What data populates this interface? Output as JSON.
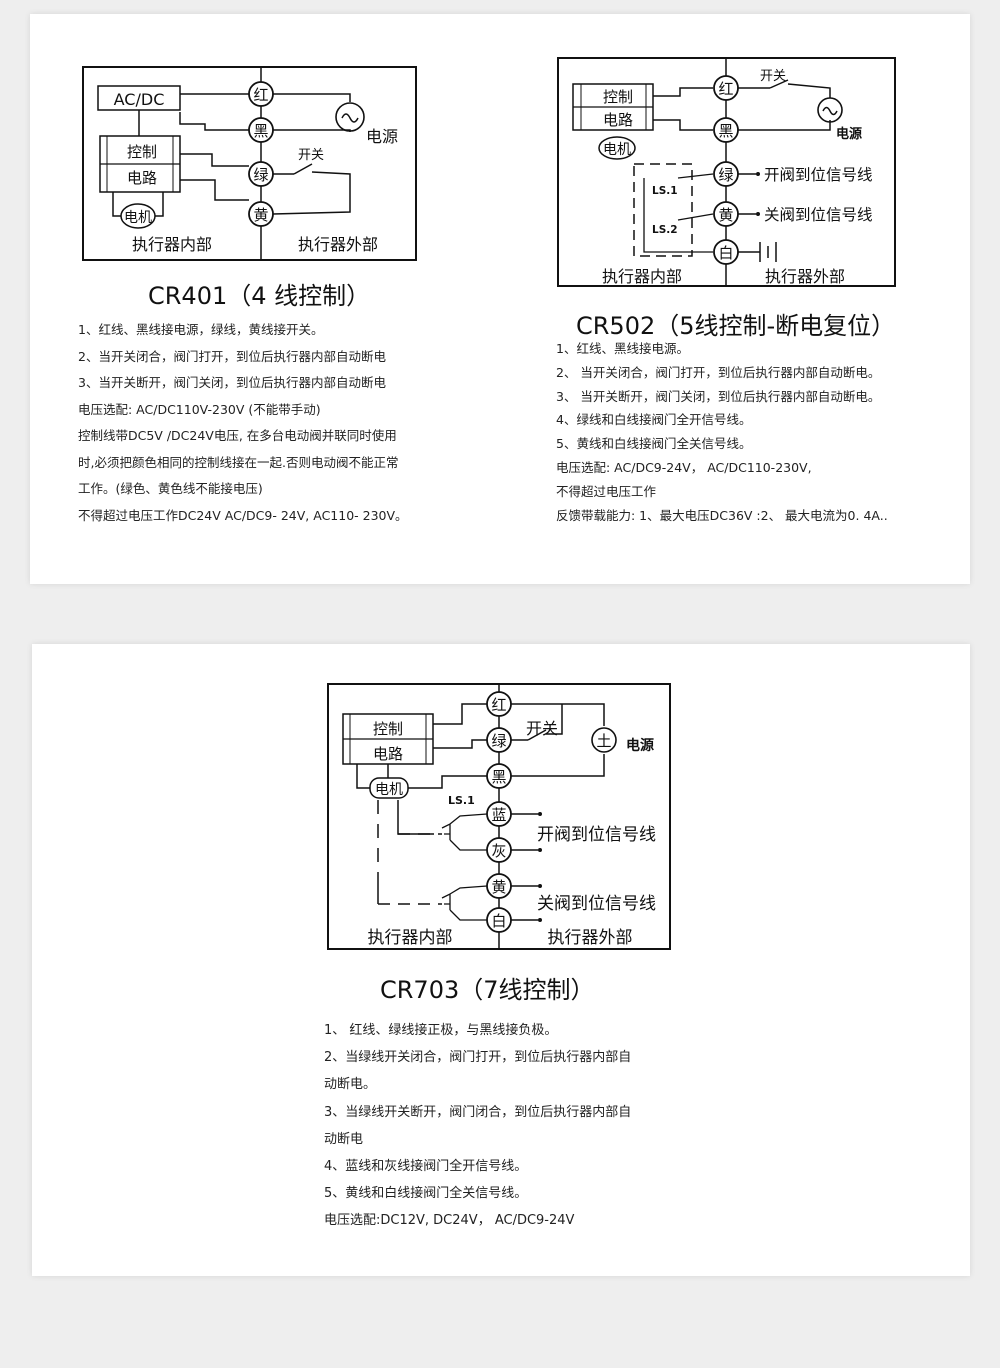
{
  "cr401": {
    "diagram": {
      "acdc": "AC/DC",
      "control": "控制",
      "circuit": "电路",
      "motor": "电机",
      "red": "红",
      "black": "黑",
      "green": "绿",
      "yellow": "黄",
      "switch": "开关",
      "power": "电源",
      "inside": "执行器内部",
      "outside": "执行器外部"
    },
    "title": "CR401（4 线控制）",
    "notes": [
      "1、红线、黑线接电源，绿线，黄线接开关。",
      "2、当开关闭合，阀门打开，到位后执行器内部自动断电",
      "3、当开关断开，阀门关闭，到位后执行器内部自动断电",
      "电压选配: AC/DC110V-230V (不能带手动)",
      "控制线带DC5V /DC24V电压, 在多台电动阀并联同时使用",
      "时,必须把颜色相同的控制线接在一起.否则电动阀不能正常",
      "工作。(绿色、黄色线不能接电压)",
      "不得超过电压工作DC24V AC/DC9- 24V, AC110- 230V。"
    ]
  },
  "cr502": {
    "diagram": {
      "control": "控制",
      "circuit": "电路",
      "motor": "电机",
      "red": "红",
      "black": "黑",
      "green": "绿",
      "yellow": "黄",
      "white": "白",
      "switch": "开关",
      "power": "电源",
      "ls1": "LS.1",
      "ls2": "LS.2",
      "open_signal": "开阀到位信号线",
      "close_signal": "关阀到位信号线",
      "inside": "执行器内部",
      "outside": "执行器外部"
    },
    "title": "CR502（5线控制-断电复位）",
    "notes": [
      "1、红线、黑线接电源。",
      "2、 当开关闭合，阀门打开，到位后执行器内部自动断电。",
      "3、 当开关断开，阀门关闭，到位后执行器内部自动断电。",
      "4、绿线和白线接阀门全开信号线。",
      "5、黄线和白线接阀门全关信号线。",
      "电压选配: AC/DC9-24V， AC/DC110-230V,",
      "不得超过电压工作",
      "反馈带载能力: 1、最大电压DC36V :2、 最大电流为0. 4A.."
    ]
  },
  "cr703": {
    "diagram": {
      "control": "控制",
      "circuit": "电路",
      "motor": "电机",
      "red": "红",
      "green": "绿",
      "black": "黑",
      "blue": "蓝",
      "gray": "灰",
      "yellow": "黄",
      "white": "白",
      "switch": "开关",
      "power": "电源",
      "plusminus": "土",
      "ls1": "LS.1",
      "open_signal": "开阀到位信号线",
      "close_signal": "关阀到位信号线",
      "inside": "执行器内部",
      "outside": "执行器外部"
    },
    "title": "CR703（7线控制）",
    "notes": [
      "1、 红线、绿线接正极，与黑线接负极。",
      "2、当绿线开关闭合，阀门打开，到位后执行器内部自",
      "动断电。",
      "3、当绿线开关断开，阀门闭合，到位后执行器内部自",
      "动断电",
      "4、蓝线和灰线接阀门全开信号线。",
      "5、黄线和白线接阀门全关信号线。",
      "电压选配:DC12V, DC24V， AC/DC9-24V"
    ]
  }
}
